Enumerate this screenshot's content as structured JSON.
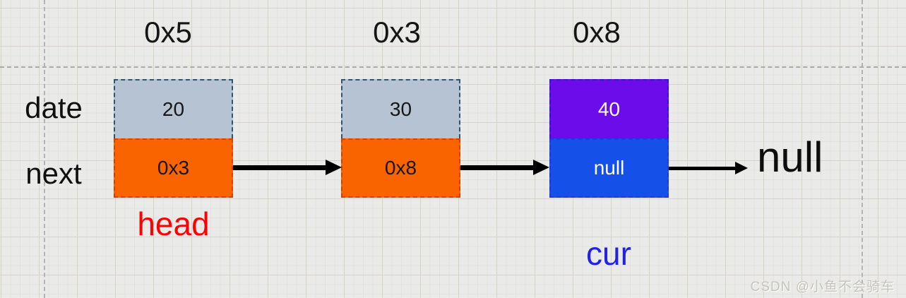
{
  "diagram": {
    "row_labels": {
      "data_label": "date",
      "next_label": "next"
    },
    "nodes": [
      {
        "address": "0x5",
        "data_value": "20",
        "next_value": "0x3",
        "pointer_label": "head"
      },
      {
        "address": "0x3",
        "data_value": "30",
        "next_value": "0x8",
        "pointer_label": ""
      },
      {
        "address": "0x8",
        "data_value": "40",
        "next_value": "null",
        "pointer_label": "cur"
      }
    ],
    "terminal_label": "null",
    "colors": {
      "data_cell": "#b6c3d2",
      "data_cell_border": "#2e5472",
      "next_cell": "#fa6400",
      "next_cell_border": "#e03c00",
      "cur_data_cell": "#6b0ce9",
      "cur_next_cell": "#1551e8",
      "head_label": "#fb0205",
      "cur_label": "#2222e6",
      "arrow": "#000000",
      "canvas_background": "#eaeae8"
    }
  },
  "watermark": "CSDN @小鱼不会骑车"
}
